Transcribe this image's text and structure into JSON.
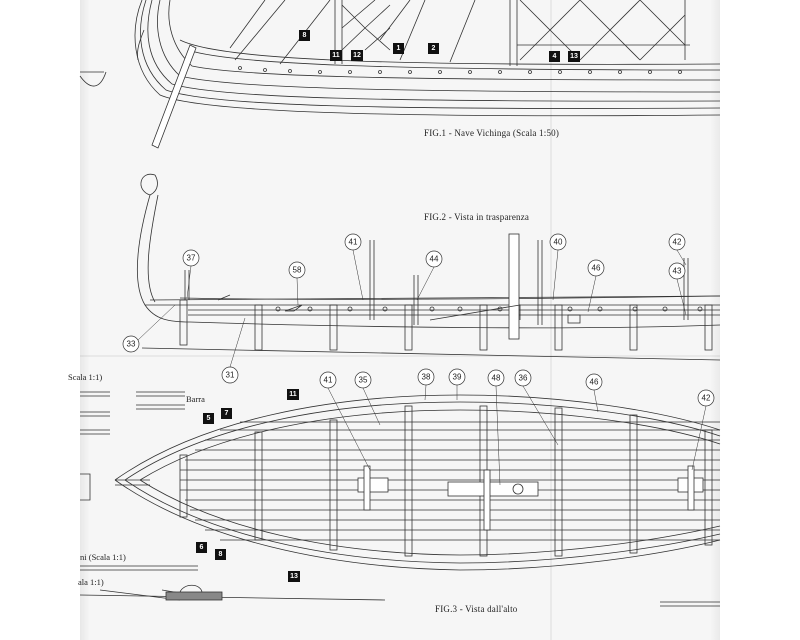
{
  "captions": {
    "fig1": "FIG.1 - Nave Vichinga (Scala 1:50)",
    "fig2": "FIG.2 - Vista in trasparenza",
    "fig3": "FIG.3 - Vista dall'alto",
    "barra": "Barra",
    "scala_left": "Scala 1:1)",
    "remi": "ni (Scala 1:1)",
    "scala_bottom": "ala 1:1)"
  },
  "fig1_black_labels": [
    "8",
    "11",
    "12",
    "1",
    "2",
    "4",
    "13"
  ],
  "fig2_circle_labels": [
    "41",
    "40",
    "42",
    "37",
    "44",
    "46",
    "58",
    "43",
    "33",
    "31"
  ],
  "fig3_circle_labels": [
    "41",
    "35",
    "38",
    "39",
    "48",
    "36",
    "46",
    "42"
  ],
  "fig3_black_labels": [
    "11",
    "5",
    "7",
    "6",
    "8",
    "13"
  ],
  "colors": {
    "paper": "#f6f6f6",
    "ink": "#222222",
    "page_bg": "#ffffff"
  }
}
